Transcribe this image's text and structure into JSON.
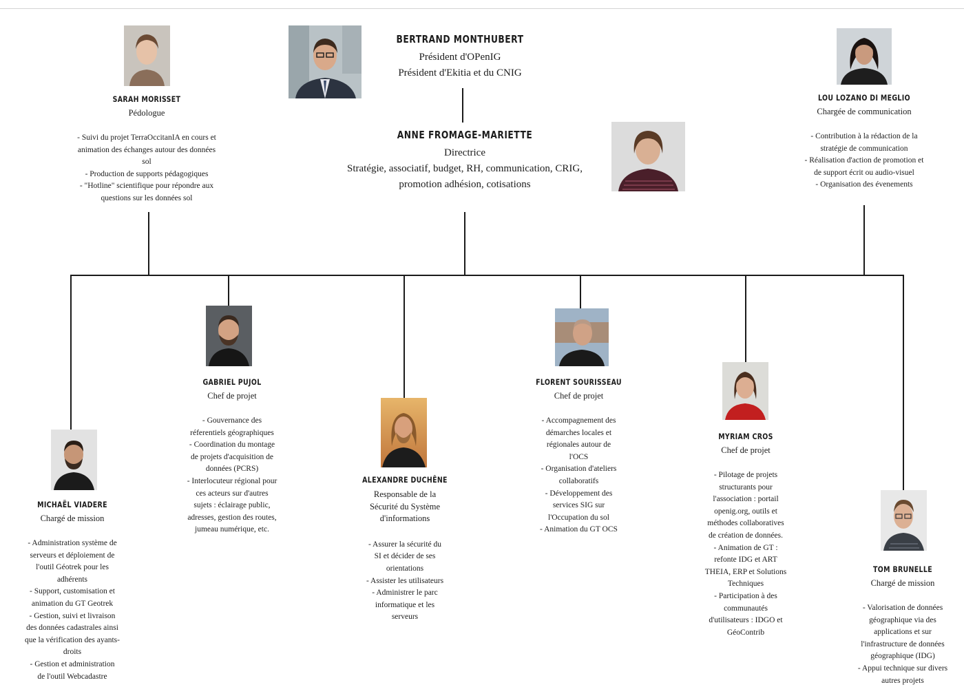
{
  "colors": {
    "line": "#1a1a1a",
    "text": "#1c1c1c",
    "separator": "#d4d4d4"
  },
  "top": {
    "president": {
      "name": "BERTRAND MONTHUBERT",
      "role": [
        "Président d'OPenIG",
        "Président d'Ekitia et du CNIG"
      ]
    },
    "director": {
      "name": "ANNE FROMAGE-MARIETTE",
      "role": [
        "Directrice",
        "Stratégie, associatif, budget, RH, communication, CRIG,",
        "promotion adhésion, cotisations"
      ]
    },
    "sarah": {
      "name": "SARAH MORISSET",
      "role": "Pédologue",
      "resp": [
        "- Suivi du projet TerraOccitanIA en cours et",
        "animation des échanges autour des données",
        "sol",
        "- Production de supports pédagogiques",
        "- \"Hotline\" scientifique pour répondre aux",
        "questions sur les données sol"
      ]
    },
    "lou": {
      "name": "LOU LOZANO DI MEGLIO",
      "role": "Chargée de communication",
      "resp": [
        "- Contribution à la rédaction de la",
        "stratégie de communication",
        "- Réalisation d'action de promotion et",
        "de support écrit ou audio-visuel",
        "- Organisation des évenements"
      ]
    }
  },
  "team": {
    "michael": {
      "name": "MICHAËL VIADERE",
      "role": "Chargé de mission",
      "resp": [
        "- Administration système de",
        "serveurs et déploiement de",
        "l'outil Géotrek pour les",
        "adhérents",
        "- Support, customisation et",
        "animation du GT Geotrek",
        "- Gestion, suivi et livraison",
        "des données cadastrales ainsi",
        "que la vérification des ayants-",
        "droits",
        "- Gestion et administration",
        "de l'outil Webcadastre"
      ]
    },
    "gabriel": {
      "name": "GABRIEL PUJOL",
      "role": "Chef de projet",
      "resp": [
        "- Gouvernance des",
        "réferentiels géographiques",
        "- Coordination du montage",
        "de projets d'acquisition de",
        "données (PCRS)",
        "- Interlocuteur régional pour",
        "ces acteurs sur d'autres",
        "sujets : éclairage public,",
        "adresses, gestion des routes,",
        "jumeau numérique, etc."
      ]
    },
    "alexandre": {
      "name": "ALEXANDRE DUCHÊNE",
      "role": [
        "Responsable de la",
        "Sécurité du Système",
        "d'informations"
      ],
      "resp": [
        "- Assurer la sécurité du",
        "SI et décider de ses",
        "orientations",
        "- Assister les utilisateurs",
        "- Administrer le parc",
        "informatique et les",
        "serveurs"
      ]
    },
    "florent": {
      "name": "FLORENT SOURISSEAU",
      "role": "Chef de projet",
      "resp": [
        "- Accompagnement des",
        "démarches locales et",
        "régionales autour de",
        "l'OCS",
        "- Organisation d'ateliers",
        "collaboratifs",
        "- Développement des",
        "services SIG sur",
        "l'Occupation du sol",
        "- Animation du GT OCS"
      ]
    },
    "myriam": {
      "name": "MYRIAM CROS",
      "role": "Chef de projet",
      "resp": [
        "- Pilotage de projets",
        "structurants pour",
        "l'association : portail",
        "openig.org, outils et",
        "méthodes collaboratives",
        "de création de données.",
        "- Animation de GT :",
        "refonte IDG et ART",
        "THEIA, ERP et Solutions",
        "Techniques",
        "- Participation à des",
        "communautés",
        "d'utilisateurs : IDGO et",
        "GéoContrib"
      ]
    },
    "tom": {
      "name": "TOM BRUNELLE",
      "role": "Chargé de mission",
      "resp": [
        "- Valorisation de données",
        "géographique via des",
        "applications et sur",
        "l'infrastructure de données",
        "géographique (IDG)",
        "- Appui technique sur divers",
        "autres projets"
      ]
    }
  }
}
